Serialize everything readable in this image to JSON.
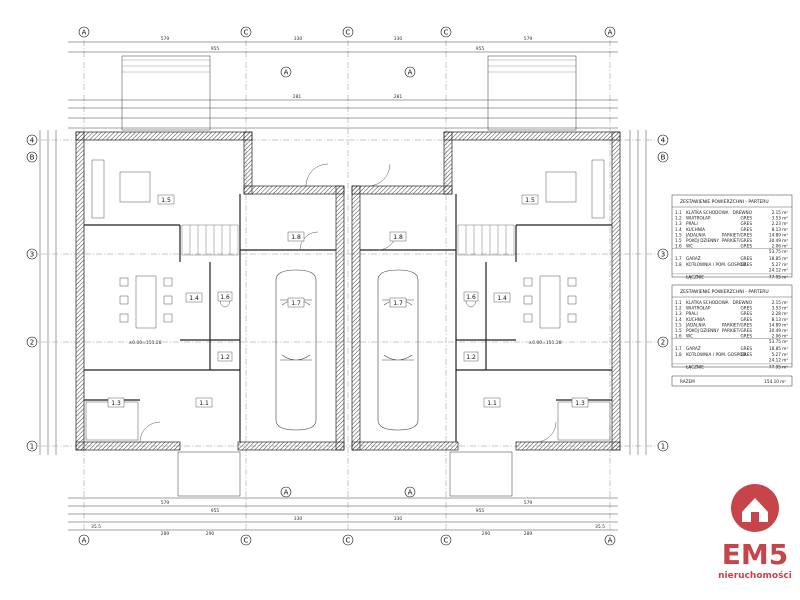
{
  "axes": {
    "columns": [
      "A",
      "C",
      "C",
      "A"
    ],
    "rows": [
      "4",
      "3",
      "2",
      "1"
    ],
    "row_B": "B",
    "col_A": "A"
  },
  "dims": {
    "top_total_left": "955",
    "top_total_right": "955",
    "top_a_left": "579",
    "top_a_right": "579",
    "top_mid": "330",
    "top_mid_right": "330",
    "top_281a": "281",
    "top_281b": "281",
    "bottom_total_left": "955",
    "bottom_total_right": "955",
    "bottom_579a": "579",
    "bottom_579b": "579",
    "bottom_353a": "35.5",
    "bottom_353b": "35.5",
    "bottom_289a": "289",
    "bottom_289b": "289",
    "bottom_290a": "290",
    "bottom_290b": "290",
    "bottom_330a": "330",
    "bottom_330b": "330"
  },
  "rooms": {
    "r15": "1.5",
    "r14": "1.4",
    "r13": "1.3",
    "r12": "1.2",
    "r11": "1.1",
    "r16": "1.6",
    "r17": "1.7",
    "r18": "1.8",
    "level": "±0.00=151.28",
    "level_r": "±0.00=151.28"
  },
  "table1": {
    "title": "ZESTAWIENIE POWIERZCHNI - PARTERU",
    "rows": [
      {
        "no": "1.1",
        "name": "KLATKA SCHODOWA",
        "floor": "DREWNO",
        "area": "2.15 m²"
      },
      {
        "no": "1.2",
        "name": "WIATROŁAP",
        "floor": "GRES",
        "area": "3.53 m²"
      },
      {
        "no": "1.3",
        "name": "PRALI",
        "floor": "GRES",
        "area": "2.23 m²"
      },
      {
        "no": "1.4",
        "name": "KUCHNIA",
        "floor": "GRES",
        "area": "8.13 m²"
      },
      {
        "no": "1.5",
        "name": "JADALNIA",
        "floor": "PARKIET/GRES",
        "area": "14.89 m²"
      },
      {
        "no": "1.5",
        "name": "POKÓJ DZIENNY",
        "floor": "PARKIET/GRES",
        "area": "30.49 m²"
      },
      {
        "no": "1.6",
        "name": "WC",
        "floor": "GRES",
        "area": "2.06 m²"
      }
    ],
    "sum1": "53.75 m²",
    "rows2": [
      {
        "no": "1.7",
        "name": "GARAŻ",
        "floor": "GRES",
        "area": "18.85 m²"
      },
      {
        "no": "1.8",
        "name": "KOTŁOWNIA / POM. GOSPOD.",
        "floor": "GRES",
        "area": "5.27 m²"
      }
    ],
    "sum2": "24.12 m²",
    "total_label": "ŁĄCZNIE",
    "total": "77.95 m²"
  },
  "table2": {
    "title": "ZESTAWIENIE POWIERZCHNI - PARTERU",
    "rows": [
      {
        "no": "1.1",
        "name": "KLATKA SCHODOWA",
        "floor": "DREWNO",
        "area": "2.15 m²"
      },
      {
        "no": "1.2",
        "name": "WIATROŁAP",
        "floor": "GRES",
        "area": "3.53 m²"
      },
      {
        "no": "1.3",
        "name": "PRALI",
        "floor": "GRES",
        "area": "2.28 m²"
      },
      {
        "no": "1.4",
        "name": "KUCHNIA",
        "floor": "GRES",
        "area": "8.13 m²"
      },
      {
        "no": "1.5",
        "name": "JADALNIA",
        "floor": "PARKIET/GRES",
        "area": "14.89 m²"
      },
      {
        "no": "1.5",
        "name": "POKÓJ DZIENNY",
        "floor": "PARKIET/GRES",
        "area": "30.49 m²"
      },
      {
        "no": "1.6",
        "name": "WC",
        "floor": "GRES",
        "area": "2.06 m²"
      }
    ],
    "sum1": "53.75 m²",
    "rows2": [
      {
        "no": "1.7",
        "name": "GARAŻ",
        "floor": "GRES",
        "area": "18.85 m²"
      },
      {
        "no": "1.8",
        "name": "KOTŁOWNIA / POM. GOSPOD.",
        "floor": "GRES",
        "area": "5.27 m²"
      }
    ],
    "sum2": "24.12 m²",
    "total_label": "ŁĄCZNIE",
    "total": "77.95 m²"
  },
  "grand": {
    "label": "RAZEM",
    "value": "154.10 m²"
  },
  "logo": {
    "brand": "EM5",
    "sub": "nieruchomości",
    "color": "#c8444b"
  }
}
